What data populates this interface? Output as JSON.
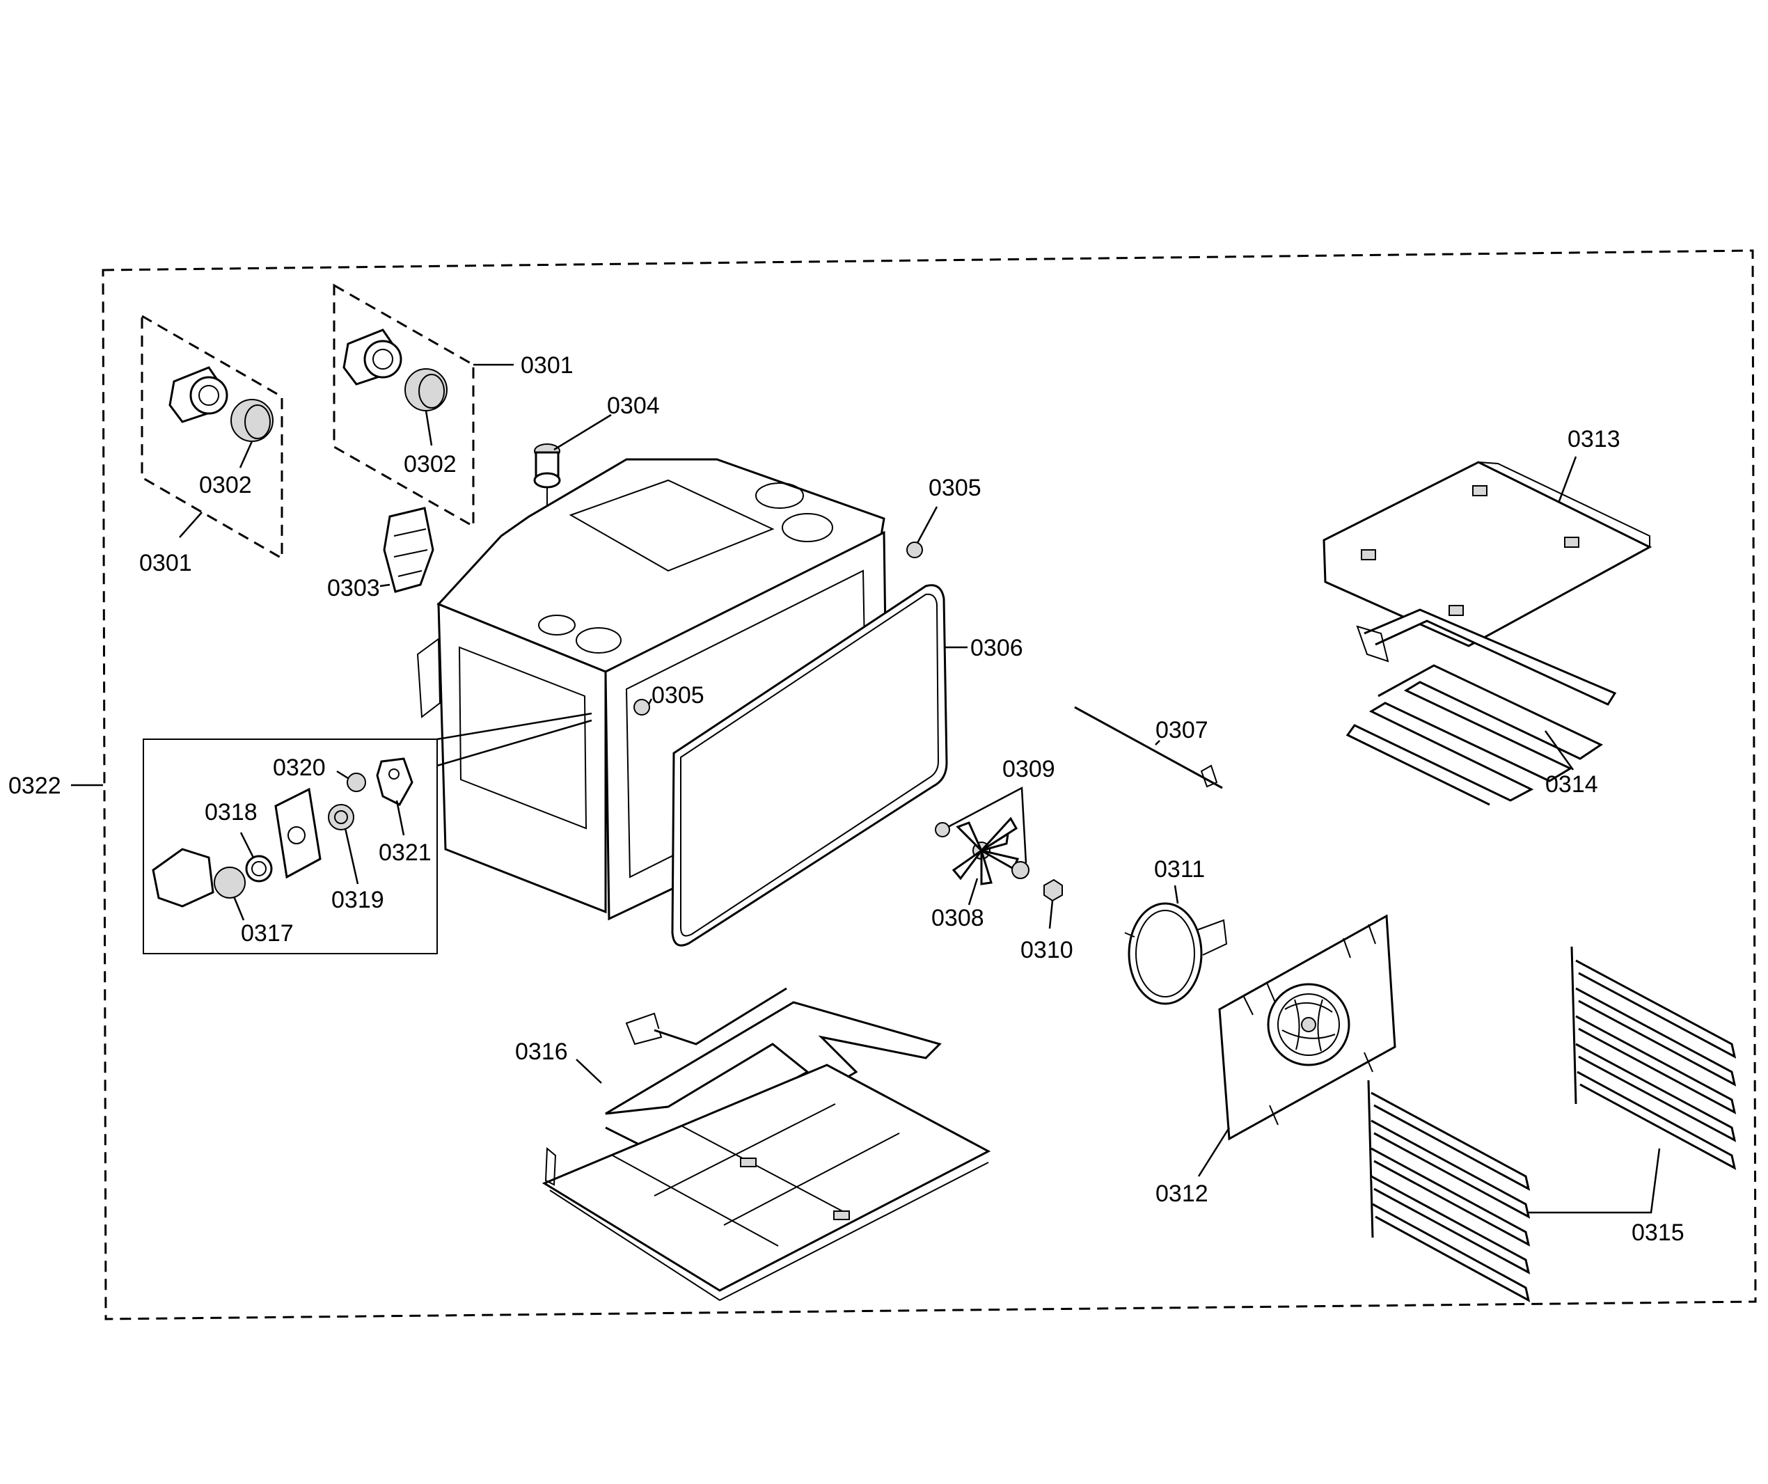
{
  "labels": {
    "l0301a": "0301",
    "l0301b": "0301",
    "l0302a": "0302",
    "l0302b": "0302",
    "l0303": "0303",
    "l0304": "0304",
    "l0305a": "0305",
    "l0305b": "0305",
    "l0306": "0306",
    "l0307": "0307",
    "l0308": "0308",
    "l0309": "0309",
    "l0310": "0310",
    "l0311": "0311",
    "l0312": "0312",
    "l0313": "0313",
    "l0314": "0314",
    "l0315": "0315",
    "l0316": "0316",
    "l0317": "0317",
    "l0318": "0318",
    "l0319": "0319",
    "l0320": "0320",
    "l0321": "0321",
    "l0322": "0322"
  }
}
